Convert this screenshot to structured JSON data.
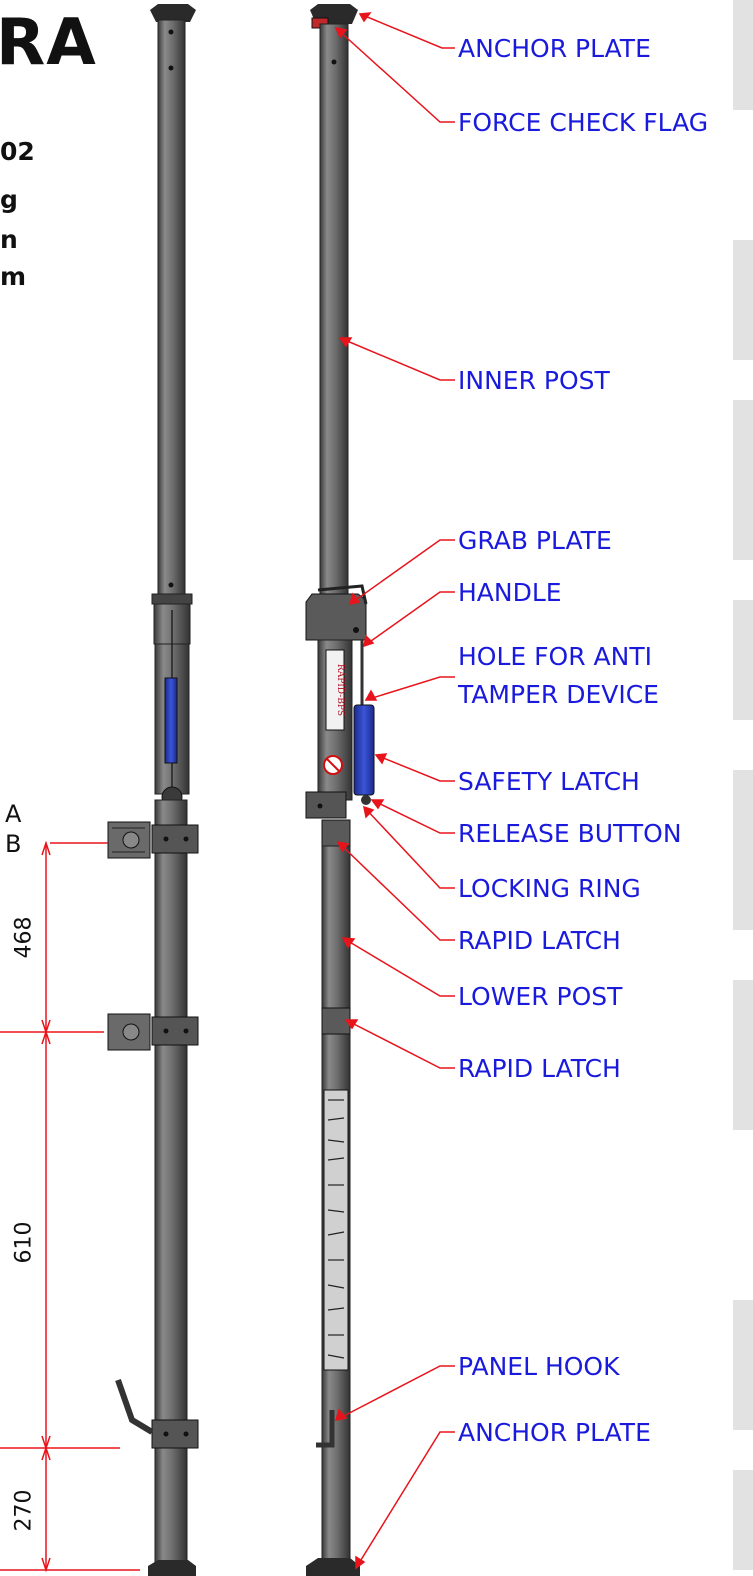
{
  "header": {
    "title_fragment": "RA",
    "sub_lines": [
      "02",
      "g",
      "n",
      "m"
    ]
  },
  "reference_marks": {
    "a": "A",
    "b": "B"
  },
  "dimensions": [
    "468",
    "610",
    "270"
  ],
  "callouts": [
    {
      "id": "anchor-plate-top",
      "text": "ANCHOR PLATE"
    },
    {
      "id": "force-check-flag",
      "text": "FORCE CHECK FLAG"
    },
    {
      "id": "inner-post",
      "text": "INNER POST"
    },
    {
      "id": "grab-plate",
      "text": "GRAB PLATE"
    },
    {
      "id": "handle",
      "text": "HANDLE"
    },
    {
      "id": "anti-tamper-1",
      "text": "HOLE FOR ANTI"
    },
    {
      "id": "anti-tamper-2",
      "text": "TAMPER DEVICE"
    },
    {
      "id": "safety-latch",
      "text": "SAFETY LATCH"
    },
    {
      "id": "release-button",
      "text": "RELEASE BUTTON"
    },
    {
      "id": "locking-ring",
      "text": "LOCKING RING"
    },
    {
      "id": "rapid-latch-1",
      "text": "RAPID LATCH"
    },
    {
      "id": "lower-post",
      "text": "LOWER POST"
    },
    {
      "id": "rapid-latch-2",
      "text": "RAPID LATCH"
    },
    {
      "id": "panel-hook",
      "text": "PANEL HOOK"
    },
    {
      "id": "anchor-plate-bottom",
      "text": "ANCHOR PLATE"
    }
  ],
  "colors": {
    "callout_text": "#1a1adc",
    "leader_line": "#e8141c",
    "post_metal": "#6b6b6b",
    "latch_blue": "#2b3fb8",
    "watermark": "#d9d9d9"
  }
}
